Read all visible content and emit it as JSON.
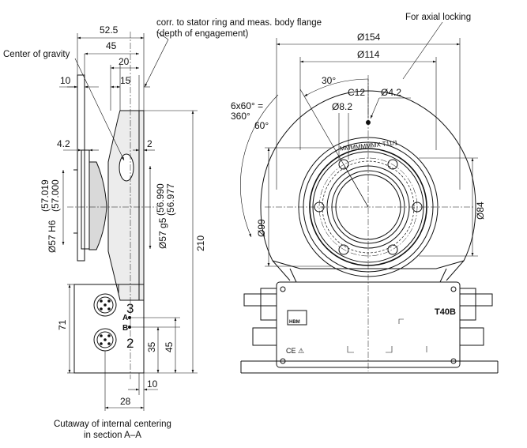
{
  "side_view": {
    "label_center_of_gravity": "Center of gravity",
    "label_flange_note_1": "corr. to stator ring and meas. body flange",
    "label_flange_note_2": "(depth of engagement)",
    "dim_52_5": "52.5",
    "dim_45": "45",
    "dim_20": "20",
    "dim_10_top": "10",
    "dim_15": "15",
    "dim_4_2": "4.2",
    "dim_2": "2",
    "dim_57H6": "Ø57 H6",
    "dim_57H6_tol": "(57.019)\n(57.000)",
    "dim_57H6_tol_upper": "(57.019",
    "dim_57H6_tol_lower": "(57.000",
    "dim_57g5": "Ø57 g5",
    "dim_57g5_tol_upper": "(56.990",
    "dim_57g5_tol_lower": "(56.977",
    "dim_210": "210",
    "dim_71": "71",
    "dim_35": "35",
    "dim_45_v": "45",
    "dim_10_bottom": "10",
    "dim_28": "28",
    "conn_3": "3",
    "conn_2": "2",
    "conn_A": "A",
    "conn_B": "B",
    "caption_1": "Cutaway of internal centering",
    "caption_2": "in section A–A"
  },
  "front_view": {
    "label_axial_locking": "For axial locking",
    "dim_154": "Ø154",
    "dim_114": "Ø114",
    "dim_30deg": "30°",
    "dim_c12": "C12",
    "dim_4_2": "Ø4.2",
    "dim_8_2": "Ø8.2",
    "dim_6x60_1": "6x60° =",
    "dim_6x60_2": "360°",
    "dim_60deg": "60°",
    "dim_99": "Ø99",
    "dim_84": "Ø84",
    "ring_marking": "MMMMMMMX  T11/1",
    "type_label": "T40B",
    "logo": "HBM",
    "ce_marks": "CE ⚠"
  }
}
